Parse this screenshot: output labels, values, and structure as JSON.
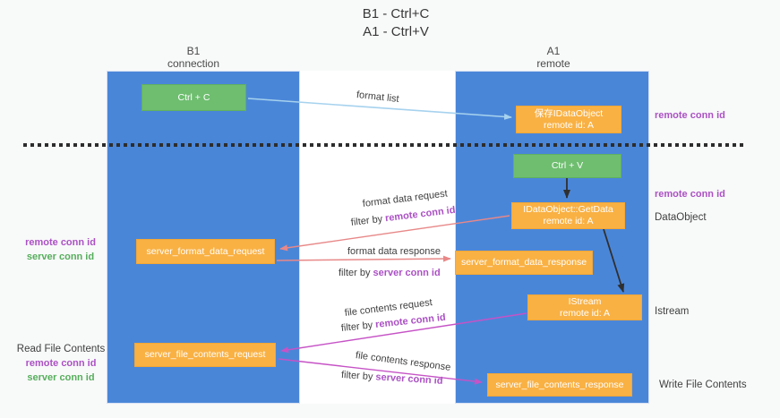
{
  "title": {
    "line1": "B1 - Ctrl+C",
    "line2": "A1 - Ctrl+V"
  },
  "lanes": {
    "left": {
      "name": "B1",
      "role": "connection"
    },
    "right": {
      "name": "A1",
      "role": "remote"
    }
  },
  "boxes": {
    "ctrl_c": {
      "label": "Ctrl + C"
    },
    "save_idataobject": {
      "line1": "保存IDataObject",
      "line2": "remote id: A"
    },
    "ctrl_v": {
      "label": "Ctrl + V"
    },
    "getdata": {
      "line1": "IDataObject::GetData",
      "line2": "remote id: A"
    },
    "server_format_data_request": {
      "label": "server_format_data_request"
    },
    "server_format_data_response": {
      "label": "server_format_data_response"
    },
    "istream": {
      "line1": "IStream",
      "line2": "remote id: A"
    },
    "server_file_contents_request": {
      "label": "server_file_contents_request"
    },
    "server_file_contents_response": {
      "label": "server_file_contents_response"
    }
  },
  "edge_labels": {
    "format_list": "format list",
    "format_data_request": "format data request",
    "format_data_response": "format data response",
    "file_contents_request": "file contents request",
    "file_contents_response": "file contents response",
    "filter_by": "filter by",
    "remote_conn_id": "remote conn id",
    "server_conn_id": "server conn id"
  },
  "side_labels": {
    "left_top": {
      "remote": "remote conn id",
      "server": "server conn id"
    },
    "left_bottom": {
      "title": "Read File Contents",
      "remote": "remote conn id",
      "server": "server conn id"
    },
    "right": {
      "remote_1": "remote conn id",
      "remote_2": "remote conn id",
      "dataobject": "DataObject",
      "istream": "Istream",
      "write": "Write File Contents"
    }
  },
  "colors": {
    "lane_blue": "#4a86d8",
    "box_green": "#6fbe70",
    "box_orange": "#f9b144",
    "arrow_black": "#2f2f2f",
    "arrow_salmon": "#e88888",
    "arrow_magenta": "#c653c6",
    "arrow_lightblue": "#a6d2ee",
    "label_purple": "#ab51c4",
    "label_green": "#56ae5c"
  }
}
